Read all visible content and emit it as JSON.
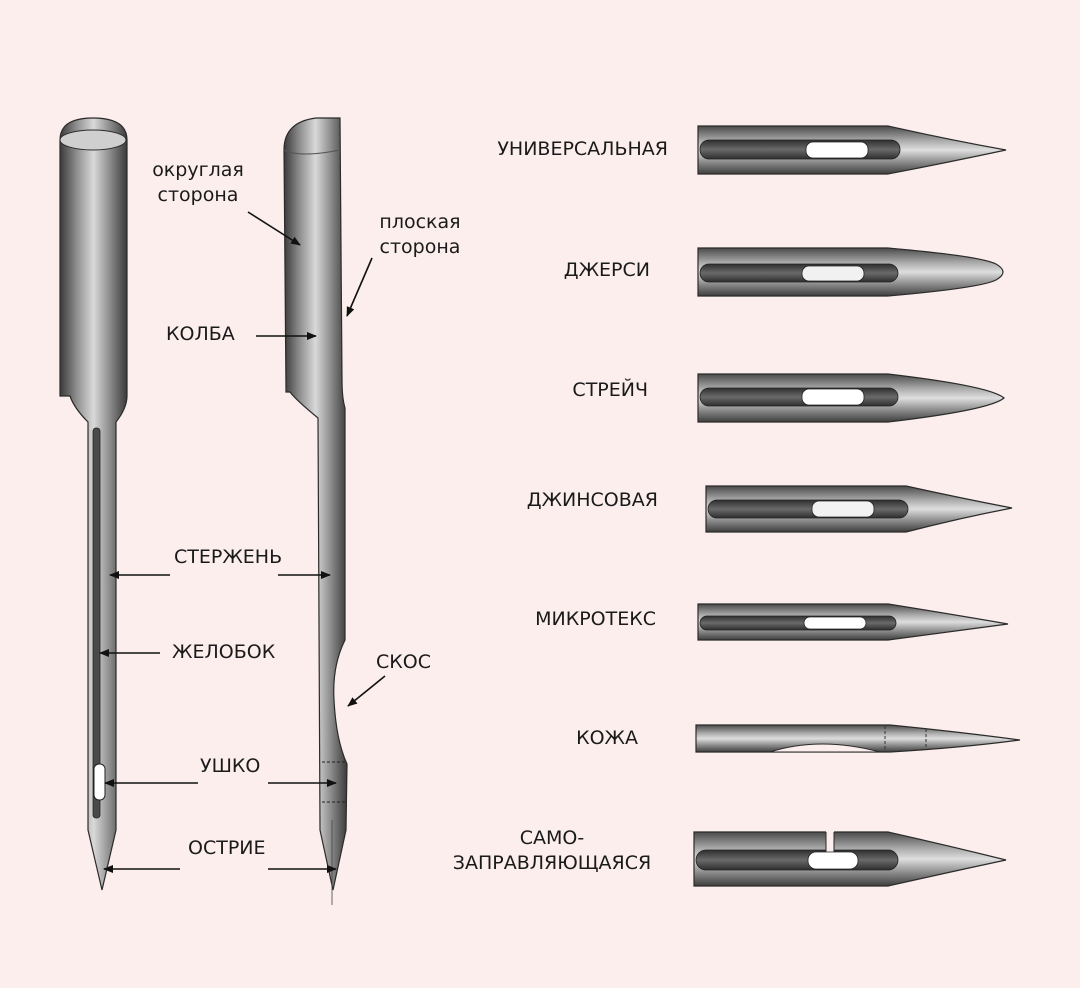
{
  "anatomy_labels": {
    "round_side": [
      "округлая",
      "сторона"
    ],
    "flat_side": [
      "плоская",
      "сторона"
    ],
    "shank": "КОЛБА",
    "shaft": "СТЕРЖЕНЬ",
    "groove": "ЖЕЛОБОК",
    "scarf": "СКОС",
    "eye": "УШКО",
    "point": "ОСТРИЕ"
  },
  "needle_types": [
    {
      "name": "УНИВЕРСАЛЬНАЯ"
    },
    {
      "name": "ДЖЕРСИ"
    },
    {
      "name": "СТРЕЙЧ"
    },
    {
      "name": "ДЖИНСОВАЯ"
    },
    {
      "name": "МИКРОТЕКС"
    },
    {
      "name": "КОЖА"
    },
    {
      "name": "САМО-\nЗАПРАВЛЯЮЩАЯСЯ"
    }
  ],
  "colors": {
    "background": "#fbeeec",
    "metal_dark": "#3c3c3c",
    "metal_mid": "#9a9a9a",
    "metal_light": "#e2e2e2",
    "text": "#1a1a1a"
  }
}
